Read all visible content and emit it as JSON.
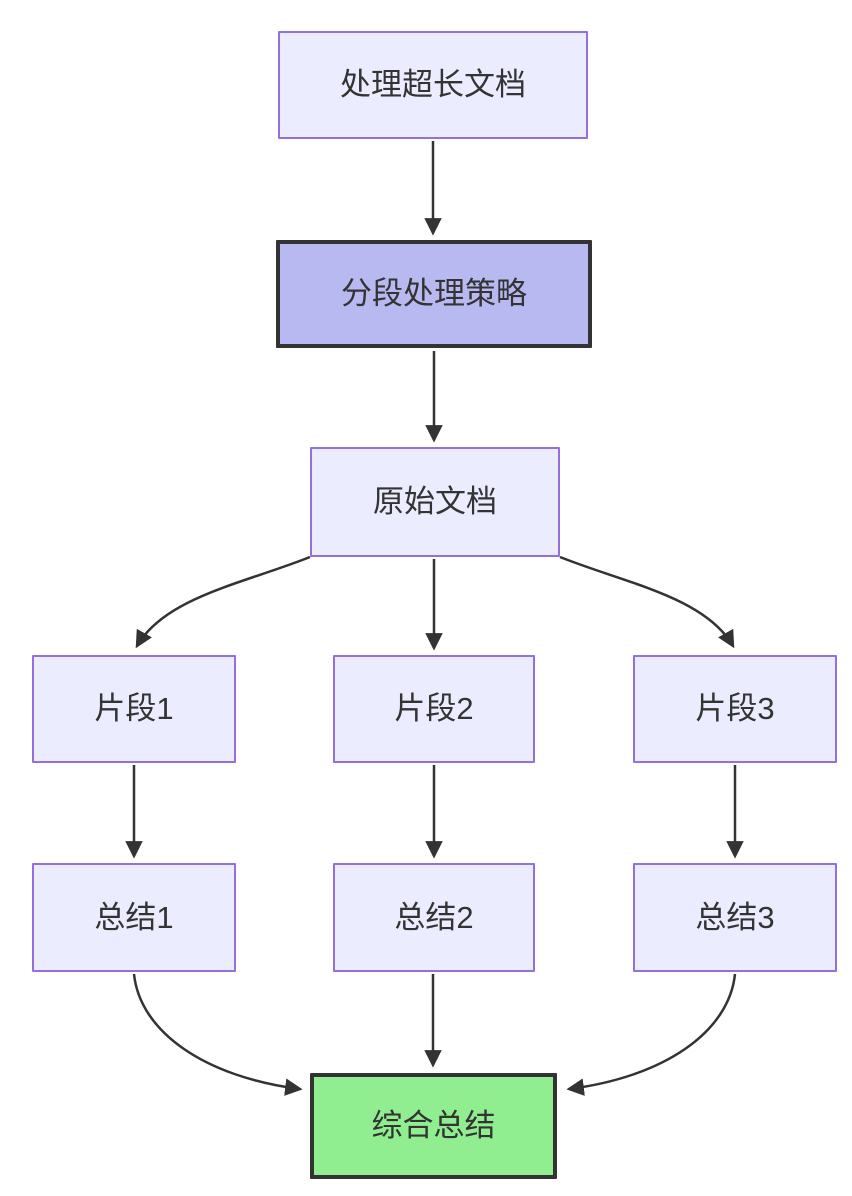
{
  "diagram": {
    "type": "flowchart",
    "direction": "top-down",
    "nodes": [
      {
        "id": "A",
        "label": "处理超长文档",
        "style": "default"
      },
      {
        "id": "B",
        "label": "分段处理策略",
        "style": "emphasis"
      },
      {
        "id": "C",
        "label": "原始文档",
        "style": "default"
      },
      {
        "id": "D",
        "label": "片段1",
        "style": "default"
      },
      {
        "id": "E",
        "label": "片段2",
        "style": "default"
      },
      {
        "id": "F",
        "label": "片段3",
        "style": "default"
      },
      {
        "id": "G",
        "label": "总结1",
        "style": "default"
      },
      {
        "id": "H",
        "label": "总结2",
        "style": "default"
      },
      {
        "id": "I",
        "label": "总结3",
        "style": "default"
      },
      {
        "id": "J",
        "label": "综合总结",
        "style": "success"
      }
    ],
    "edges": [
      {
        "from": "处理超长文档",
        "to": "分段处理策略"
      },
      {
        "from": "分段处理策略",
        "to": "原始文档"
      },
      {
        "from": "原始文档",
        "to": "片段1"
      },
      {
        "from": "原始文档",
        "to": "片段2"
      },
      {
        "from": "原始文档",
        "to": "片段3"
      },
      {
        "from": "片段1",
        "to": "总结1"
      },
      {
        "from": "片段2",
        "to": "总结2"
      },
      {
        "from": "片段3",
        "to": "总结3"
      },
      {
        "from": "总结1",
        "to": "综合总结"
      },
      {
        "from": "总结2",
        "to": "综合总结"
      },
      {
        "from": "总结3",
        "to": "综合总结"
      }
    ]
  },
  "colors": {
    "background": "#ffffff",
    "node_fill": "#ECECFF",
    "node_border": "#9370DB",
    "emphasis_fill": "#b9b9f2",
    "success_fill": "#90EE90",
    "strong_border": "#333333",
    "edge_color": "#333333",
    "text_color": "#333333"
  }
}
